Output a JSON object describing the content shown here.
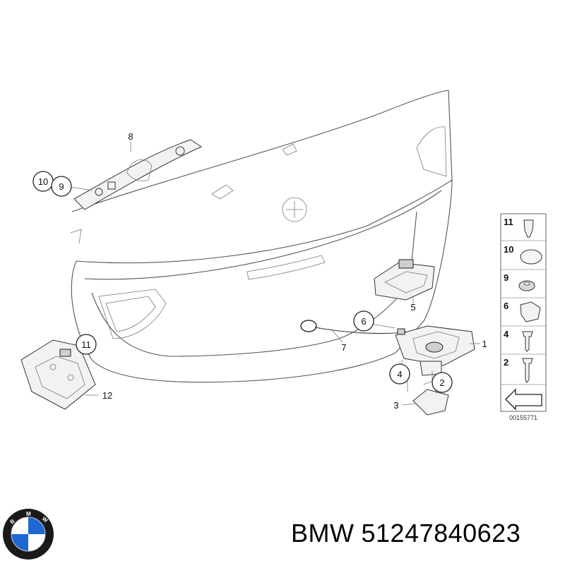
{
  "callouts": [
    "1",
    "2",
    "3",
    "4",
    "5",
    "6",
    "7",
    "8",
    "9",
    "10",
    "11",
    "12"
  ],
  "legend": [
    "11",
    "10",
    "9",
    "6",
    "4",
    "2"
  ],
  "diagram_ref": "00155771",
  "caption": {
    "brand": "BMW",
    "part_number": "51247840623"
  },
  "logo": {
    "letters": "BMW",
    "colors": {
      "blue": "#1c69d4",
      "white": "#ffffff",
      "ring": "#1a1a1a"
    }
  }
}
